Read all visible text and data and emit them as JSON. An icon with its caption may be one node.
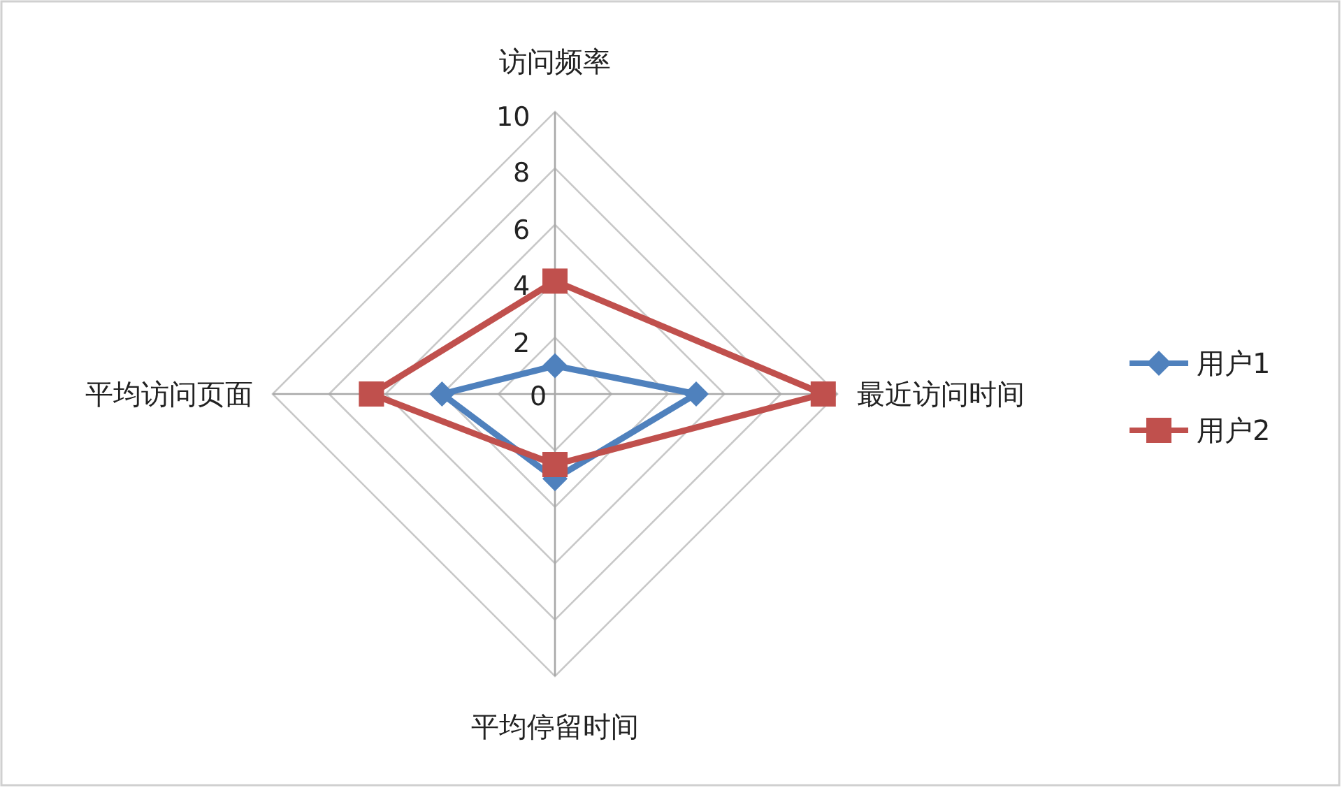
{
  "diagram": {
    "chart_data": {
      "type": "radar",
      "categories": [
        "访问频率",
        "最近访问时间",
        "平均停留时间",
        "平均访问页面"
      ],
      "series": [
        {
          "name": "用户1",
          "color": "#4f81bd",
          "values": [
            1,
            5,
            3,
            4
          ]
        },
        {
          "name": "用户2",
          "color": "#c0504d",
          "values": [
            4,
            9.5,
            2.5,
            6.5
          ]
        }
      ],
      "ylim": [
        0,
        10
      ],
      "yticks": [
        0,
        2,
        4,
        6,
        8,
        10
      ],
      "legend": true
    }
  }
}
